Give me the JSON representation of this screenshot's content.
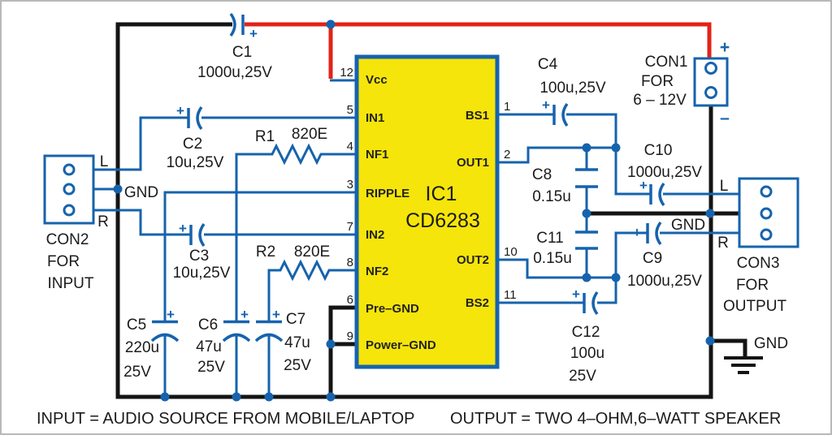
{
  "ic": {
    "ref": "IC1",
    "part": "CD6283",
    "pins_left": [
      {
        "num": "12",
        "name": "Vcc"
      },
      {
        "num": "5",
        "name": "IN1"
      },
      {
        "num": "4",
        "name": "NF1"
      },
      {
        "num": "3",
        "name": "RIPPLE"
      },
      {
        "num": "7",
        "name": "IN2"
      },
      {
        "num": "8",
        "name": "NF2"
      },
      {
        "num": "6",
        "name": "Pre–GND"
      },
      {
        "num": "9",
        "name": "Power–GND"
      }
    ],
    "pins_right": [
      {
        "num": "1",
        "name": "BS1"
      },
      {
        "num": "2",
        "name": "OUT1"
      },
      {
        "num": "10",
        "name": "OUT2"
      },
      {
        "num": "11",
        "name": "BS2"
      }
    ]
  },
  "components": {
    "c1": {
      "ref": "C1",
      "value": "1000u,25V"
    },
    "c2": {
      "ref": "C2",
      "value": "10u,25V"
    },
    "c3": {
      "ref": "C3",
      "value": "10u,25V"
    },
    "c4": {
      "ref": "C4",
      "value": "100u,25V"
    },
    "c5": {
      "ref": "C5",
      "value1": "220u",
      "value2": "25V"
    },
    "c6": {
      "ref": "C6",
      "value1": "47u",
      "value2": "25V"
    },
    "c7": {
      "ref": "C7",
      "value1": "47u",
      "value2": "25V"
    },
    "c8": {
      "ref": "C8",
      "value": "0.15u"
    },
    "c9": {
      "ref": "C9",
      "value": "1000u,25V"
    },
    "c10": {
      "ref": "C10",
      "value": "1000u,25V"
    },
    "c11": {
      "ref": "C11",
      "value": "0.15u"
    },
    "c12": {
      "ref": "C12",
      "value1": "100u",
      "value2": "25V"
    },
    "r1": {
      "ref": "R1",
      "value": "820E"
    },
    "r2": {
      "ref": "R2",
      "value": "820E"
    }
  },
  "connectors": {
    "con1": {
      "line1": "CON1",
      "line2": "FOR",
      "line3": "6 – 12V",
      "plus": "+",
      "minus": "–"
    },
    "con2": {
      "line1": "CON2",
      "line2": "FOR",
      "line3": "INPUT",
      "pin_l": "L",
      "pin_gnd": "GND",
      "pin_r": "R"
    },
    "con3": {
      "line1": "CON3",
      "line2": "FOR",
      "line3": "OUTPUT",
      "pin_l": "L",
      "pin_gnd": "GND",
      "pin_r": "R"
    }
  },
  "ground": {
    "label": "GND"
  },
  "symbols": {
    "plus": "+"
  },
  "captions": {
    "input": "INPUT = AUDIO SOURCE FROM MOBILE/LAPTOP",
    "output": "OUTPUT = TWO 4–OHM,6–WATT SPEAKER"
  },
  "colors": {
    "wire_blue": "#1663ad",
    "wire_red": "#e2231a",
    "wire_black": "#141414",
    "ic_fill": "#f5e50a",
    "ic_border": "#1663ad"
  }
}
